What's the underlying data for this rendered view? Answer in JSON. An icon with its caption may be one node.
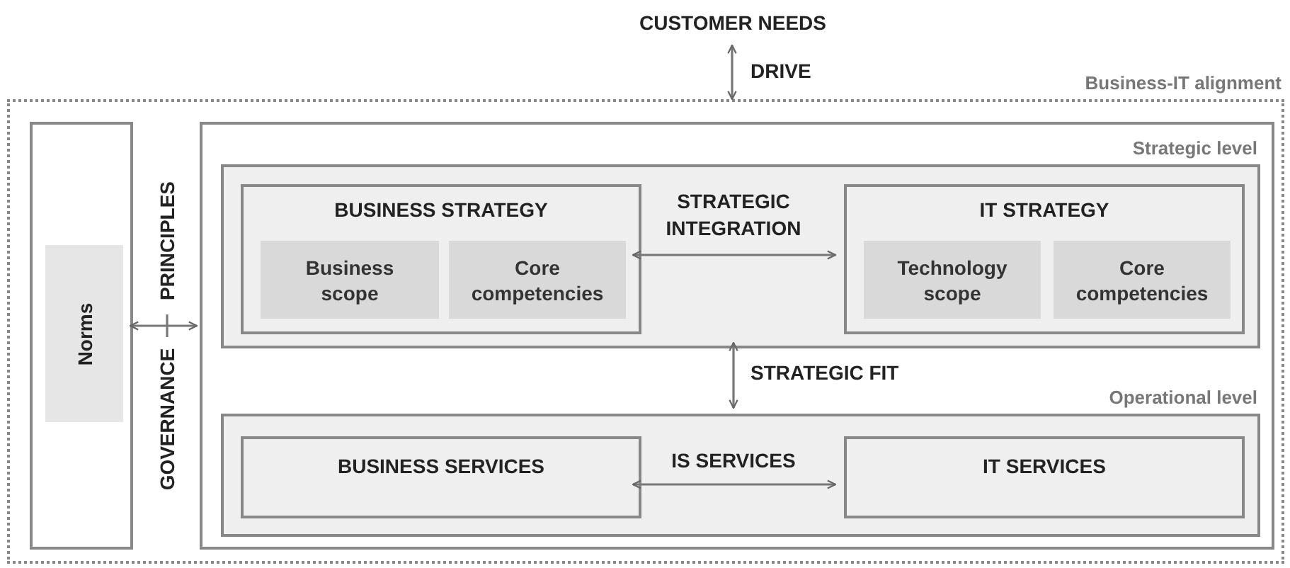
{
  "diagram": {
    "nodes": [
      {
        "text": [
          "CUSTOMER NEEDS"
        ]
      },
      {
        "text": [
          "Business-IT alignment"
        ]
      },
      {
        "text": [],
        "shape": "box",
        "in": 1
      },
      {
        "text": [
          "Norms"
        ],
        "in": 2
      },
      {
        "text": [],
        "shape": "box",
        "in": 1
      },
      {
        "text": [
          "Strategic level"
        ],
        "in": 4
      },
      {
        "text": [
          "BUSINESS STRATEGY"
        ],
        "in": 5
      },
      {
        "text": [
          "Business scope"
        ],
        "in": 6
      },
      {
        "text": [
          "Core competencies"
        ],
        "in": 6
      },
      {
        "text": [
          "IT STRATEGY"
        ],
        "in": 5
      },
      {
        "text": [
          "Technology scope"
        ],
        "in": 9
      },
      {
        "text": [
          "Core competencies"
        ],
        "in": 9
      },
      {
        "text": [
          "Operational level"
        ],
        "in": 4
      },
      {
        "text": [
          "BUSINESS SERVICES"
        ],
        "in": 12
      },
      {
        "text": [
          "IT SERVICES"
        ],
        "in": 12
      }
    ],
    "edges": [
      {
        "from": 0,
        "to": 1,
        "arrow": "both",
        "label": "DRIVE"
      },
      {
        "from": 2,
        "to": 4,
        "arrow": "both",
        "label": "PRINCIPLES"
      },
      {
        "from": 6,
        "to": 9,
        "arrow": "both",
        "label": "STRATEGIC INTEGRATION"
      },
      {
        "from": 5,
        "to": 12,
        "arrow": "both",
        "label": "STRATEGIC FIT"
      },
      {
        "from": 13,
        "to": 14,
        "arrow": "both",
        "label": "IS SERVICES"
      }
    ],
    "labels": [
      "GOVERNANCE"
    ]
  }
}
